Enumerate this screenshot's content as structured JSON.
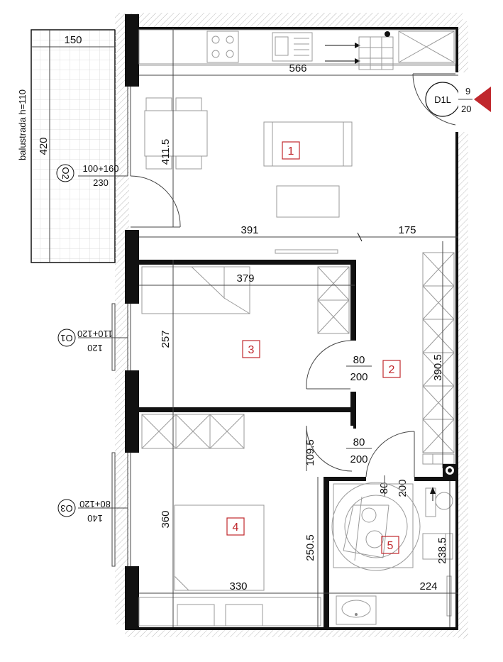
{
  "balcony": {
    "railing_label": "balustrada h=110",
    "width_dim": "150",
    "height_dim": "420"
  },
  "dimensions": {
    "kitchen_width": "566",
    "living_height": "411.5",
    "living_width_left": "391",
    "living_width_right": "175",
    "bedroom3_width": "379",
    "bedroom3_height": "257",
    "hall_height": "390.5",
    "bedroom4_height": "360",
    "bedroom4_width": "330",
    "bath_width": "224",
    "bath_height": "238.5",
    "hall_lower_height": "250.5",
    "wall_stub": "109.5"
  },
  "doors": {
    "door_r3": {
      "width": "80",
      "height": "200"
    },
    "door_hall": {
      "width": "80",
      "height": "200"
    },
    "door_bath": {
      "width": "80",
      "height": "200"
    },
    "entrance": {
      "label": "D1L",
      "width_partial": "9",
      "height_partial": "20"
    }
  },
  "windows": {
    "o2": {
      "label": "O2",
      "size": "100+160",
      "height": "230"
    },
    "o1": {
      "label": "O1",
      "size": "110+120",
      "height": "120"
    },
    "o3": {
      "label": "O3",
      "size": "80+120",
      "height": "140"
    }
  },
  "rooms": [
    {
      "number": "1"
    },
    {
      "number": "2"
    },
    {
      "number": "3"
    },
    {
      "number": "4"
    },
    {
      "number": "5"
    }
  ],
  "colors": {
    "room_label": "#c0282d",
    "entrance_marker": "#c0282d",
    "wall": "#111111"
  }
}
